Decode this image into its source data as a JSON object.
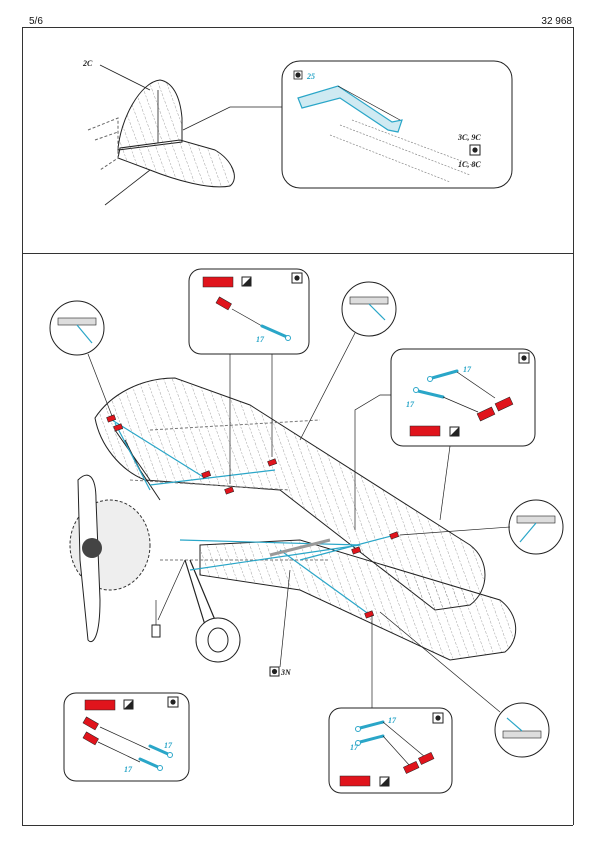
{
  "header": {
    "page": "5/6",
    "kit_number": "32 968"
  },
  "colors": {
    "red_part": "#e0141c",
    "blue_part": "#2aa6c8",
    "line": "#222222"
  },
  "top_section": {
    "label_2c": "2C",
    "detail": {
      "part_25": "25",
      "ref_a": "3C, 9C",
      "ref_b": "1C, 8C"
    }
  },
  "main_section": {
    "callout_top": {
      "part": "17"
    },
    "callout_right": {
      "part_a": "17",
      "part_b": "17"
    },
    "callout_bottom_left": {
      "part_a": "17",
      "part_b": "17"
    },
    "callout_bottom_right": {
      "part_a": "17",
      "part_b": "17"
    },
    "ref_3n": "3N"
  },
  "icons": [
    "bend-icon",
    "paint-icon",
    "tape-icon"
  ]
}
